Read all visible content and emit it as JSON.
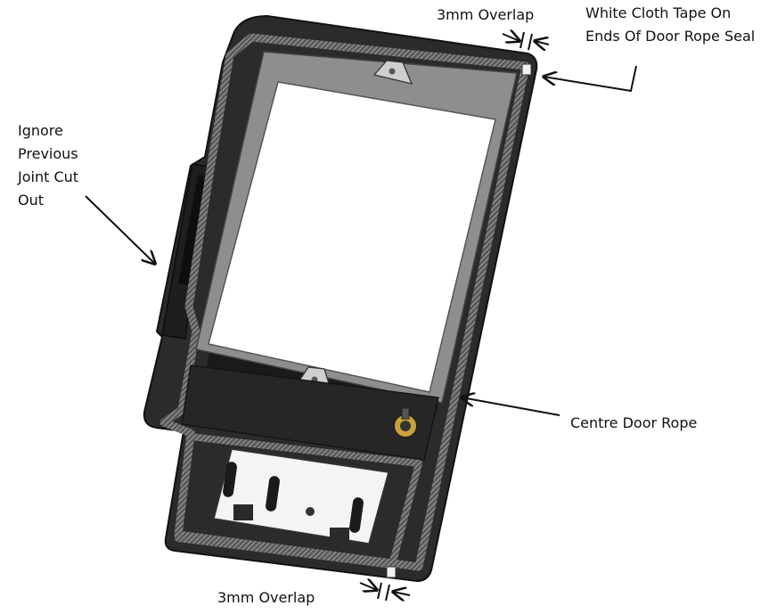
{
  "labels": {
    "overlap_top": "3mm Overlap",
    "tape_line1": "White Cloth Tape On",
    "tape_line2": "Ends Of Door Rope Seal",
    "ignore_line1": "Ignore",
    "ignore_line2": "Previous",
    "ignore_line3": "Joint Cut",
    "ignore_line4": "Out",
    "centre_rope": "Centre Door Rope",
    "overlap_bottom": "3mm Overlap"
  },
  "colors": {
    "line": "#111111",
    "frame": "#2b2b2b",
    "frame_dark": "#161616",
    "rope": "#4a4a4a",
    "glass": "#ffffff",
    "plate": "#f4f4f4",
    "knob": "#c9a23a"
  }
}
